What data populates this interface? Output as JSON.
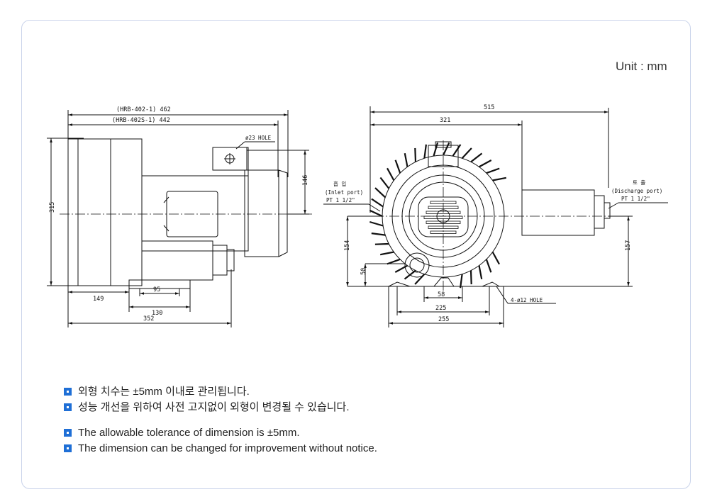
{
  "unit_label": "Unit : mm",
  "side_view": {
    "dim_overall_402_1": "(HRB-402-1) 462",
    "dim_overall_402s_1": "(HRB-402S-1) 442",
    "hole_label": "ø23 HOLE",
    "dim_height": "315",
    "dim_146": "146",
    "dim_149": "149",
    "dim_95": "95",
    "dim_130": "130",
    "dim_352": "352"
  },
  "front_view": {
    "dim_515": "515",
    "dim_321": "321",
    "inlet_ko": "흡 입",
    "inlet_label": "(Inlet port)",
    "inlet_size": "PT 1 1/2\"",
    "discharge_ko": "토 출",
    "discharge_label": "(Discharge port)",
    "discharge_size": "PT 1 1/2\"",
    "dim_154": "154",
    "dim_50": "50",
    "dim_157": "157",
    "dim_58": "58",
    "dim_225": "225",
    "dim_255": "255",
    "hole_label": "4-ø12 HOLE"
  },
  "notes": {
    "ko_1": "외형 치수는 ±5mm 이내로 관리됩니다.",
    "ko_2": "성능 개선을 위하여 사전 고지없이 외형이 변경될 수 있습니다.",
    "en_1": "The allowable tolerance of dimension is  ±5mm.",
    "en_2": "The dimension can be changed for improvement without notice."
  },
  "colors": {
    "bullet": "#1f6fd6",
    "border": "#c9d3ea"
  }
}
